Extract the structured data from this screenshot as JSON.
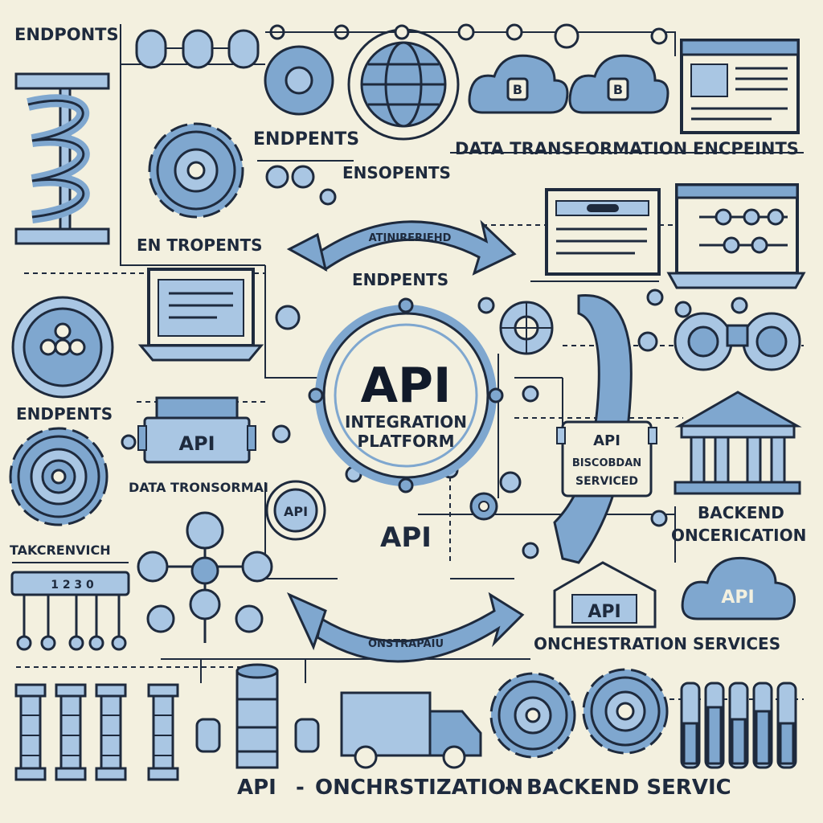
{
  "center": {
    "title": "API",
    "subtitle_line1": "INTEGRATION",
    "subtitle_line2": "PLATFORM"
  },
  "arrows": {
    "top_text": "ATINIRERIEHD",
    "bottom_text": "ONSTRAPAIU"
  },
  "labels": {
    "endpoints_top_left": "ENDPONTS",
    "endpoints_upper_center": "ENDPENTS",
    "data_transformation_top": "DATA TRANSFORMATION",
    "endpoints_top_right": "ENCPEINTS",
    "endpoints_second": "ENSOPENTS",
    "entropents": "EN TROPENTS",
    "endpoints_center": "ENDPENTS",
    "endpoints_left_mid": "ENDPENTS",
    "data_transformation_mid": "DATA TRONSORMAI",
    "api_mid": "API",
    "backend_line1": "BACKEND",
    "backend_line2": "ONCERICATION",
    "takcrenvich": "TAKCRENVICH",
    "orchestration_services": "ONCHESTRATION SERVICES",
    "bottom_api": "API",
    "bottom_dash1": "-",
    "bottom_orchestration": "ONCHRSTIZATION",
    "bottom_dash2": "-",
    "bottom_backend": "BACKEND SERVIC"
  },
  "badges": {
    "api_server_left": "API",
    "api_service_line1": "API",
    "api_service_line2": "BISCOBDAN",
    "api_service_line3": "SERVICED",
    "api_cloud": "API",
    "api_warehouse": "API",
    "api_small_circle": "API",
    "cloud1_letter": "B",
    "cloud2_letter": "B",
    "panel_code": "1 2 3 0"
  },
  "colors": {
    "background": "#f3f0df",
    "ink": "#1e2a3d",
    "accent_blue": "#7fa7cf",
    "light_blue": "#a9c6e3"
  }
}
